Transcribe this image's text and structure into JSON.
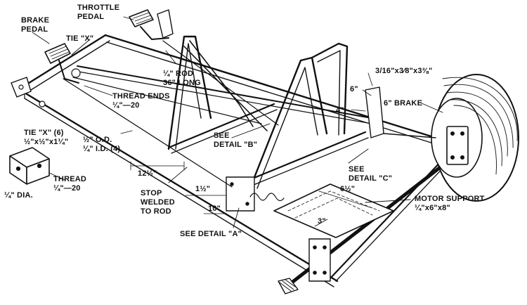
{
  "labels": {
    "brake_pedal_1": "BRAKE",
    "brake_pedal_2": "PEDAL",
    "throttle_pedal_1": "THROTTLE",
    "throttle_pedal_2": "PEDAL",
    "tie_x": "TIE \"X\"",
    "rod_1": "¼\" ROD",
    "rod_2": "36\" LONG",
    "thread_ends_1": "THREAD ENDS",
    "thread_ends_2": "¼\"—20",
    "tie_x6_1": "TIE \"X\" (6)",
    "tie_x6_2": "½\"x½\"x1¼\"",
    "tube_od": "½\" O.D.",
    "tube_id": "¼\" I.D. (4)",
    "thread_1": "THREAD",
    "thread_2": "¼\"—20",
    "dia": "¼\" DIA.",
    "dim_12half": "12½\"",
    "stop_1": "STOP",
    "stop_2": "WELDED",
    "stop_3": "TO ROD",
    "dim_1half": "1½\"",
    "dim_10": "10\"",
    "see_detail_a": "SEE DETAIL \"A\"",
    "see_detail_b_1": "SEE",
    "see_detail_b_2": "DETAIL \"B\"",
    "dim_4": "4\"",
    "dim_6": "6\"",
    "angle_dim": "3/16\"x3⁄8\"x3⅜\"",
    "brake_6": "6\" BRAKE",
    "see_detail_c_1": "SEE",
    "see_detail_c_2": "DETAIL \"C\"",
    "dim_6half": "6½\"",
    "dim_3": "3\"",
    "motor_support_1": "MOTOR SUPPORT",
    "motor_support_2": "¼\"x6\"x8\""
  }
}
